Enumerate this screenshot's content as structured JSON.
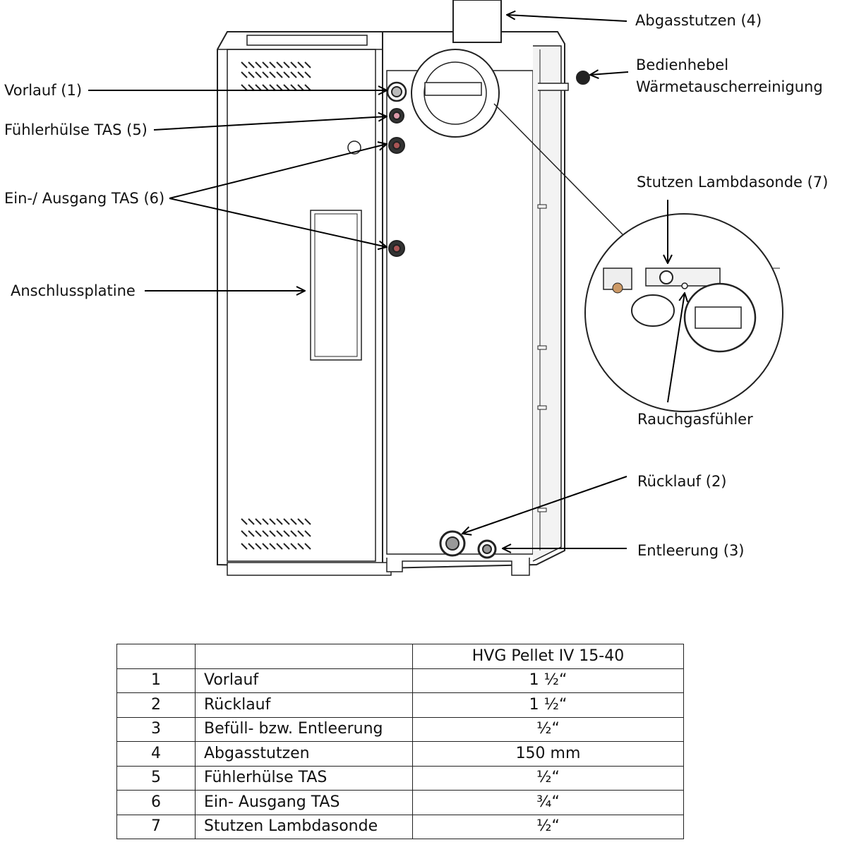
{
  "labels": {
    "vorlauf": "Vorlauf (1)",
    "fuehlerhuelse": "Fühlerhülse TAS (5)",
    "ein_ausgang": "Ein-/ Ausgang TAS (6)",
    "anschlussplatine": "Anschlussplatine",
    "abgasstutzen": "Abgasstutzen (4)",
    "bedienhebel": "Bedienhebel\nWärmetauscherreinigung",
    "lambdasonde": "Stutzen Lambdasonde (7)",
    "rauchgasfuehler": "Rauchgasfühler",
    "ruecklauf": "Rücklauf (2)",
    "entleerung": "Entleerung (3)"
  },
  "table": {
    "header": [
      "",
      "",
      "HVG Pellet IV 15-40"
    ],
    "rows": [
      [
        "1",
        "Vorlauf",
        "1 ½“"
      ],
      [
        "2",
        "Rücklauf",
        "1 ½“"
      ],
      [
        "3",
        "Befüll- bzw. Entleerung",
        "½“"
      ],
      [
        "4",
        "Abgasstutzen",
        "150 mm"
      ],
      [
        "5",
        "Fühlerhülse TAS",
        "½“"
      ],
      [
        "6",
        "Ein- Ausgang TAS",
        "¾“"
      ],
      [
        "7",
        "Stutzen Lambdasonde",
        "½“"
      ]
    ]
  }
}
